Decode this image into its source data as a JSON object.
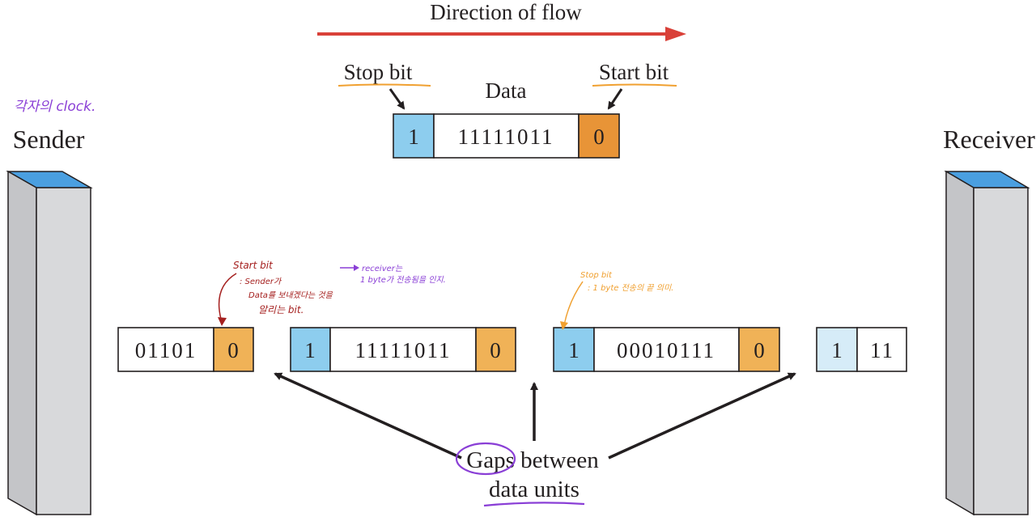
{
  "labels": {
    "direction": "Direction of flow",
    "stop_bit": "Stop bit",
    "start_bit": "Start bit",
    "data": "Data",
    "sender": "Sender",
    "receiver": "Receiver",
    "gaps_line1": "Gaps between",
    "gaps_line2": "data units"
  },
  "frame_example": {
    "stop": "1",
    "data": "11111011",
    "start": "0"
  },
  "stream": {
    "unit1": {
      "data": "01101",
      "start": "0"
    },
    "unit2": {
      "stop": "1",
      "data": "11111011",
      "start": "0"
    },
    "unit3": {
      "stop": "1",
      "data": "00010111",
      "start": "0"
    },
    "unit4": {
      "stop": "1",
      "data": "11"
    }
  },
  "annotations": {
    "clock_note": "각자의 clock.",
    "start_note_title": "Start bit",
    "start_note_line1": ": Sender가",
    "start_note_line2": "Data를 보내겠다는 것을",
    "start_note_line3": "알리는 bit.",
    "receiver_note_line1": "receiver는",
    "receiver_note_line2": "1 byte가 전송됨을 인지.",
    "stop_note_title": "Stop bit",
    "stop_note_line1": ": 1 byte 전송의 끝 의미."
  },
  "colors": {
    "stop_bit_fill": "#8dcdee",
    "start_bit_fill": "#f0b257",
    "frame_start_fill": "#e89437",
    "faded_stop_fill": "#d6ecf8",
    "device_top": "#4a9fe0",
    "device_front": "#d8d9db",
    "device_side": "#c4c5c8",
    "flow_arrow": "#d94038",
    "annotation_orange": "#f0a030",
    "annotation_purple": "#8a3fd6",
    "annotation_red": "#a5201f"
  }
}
